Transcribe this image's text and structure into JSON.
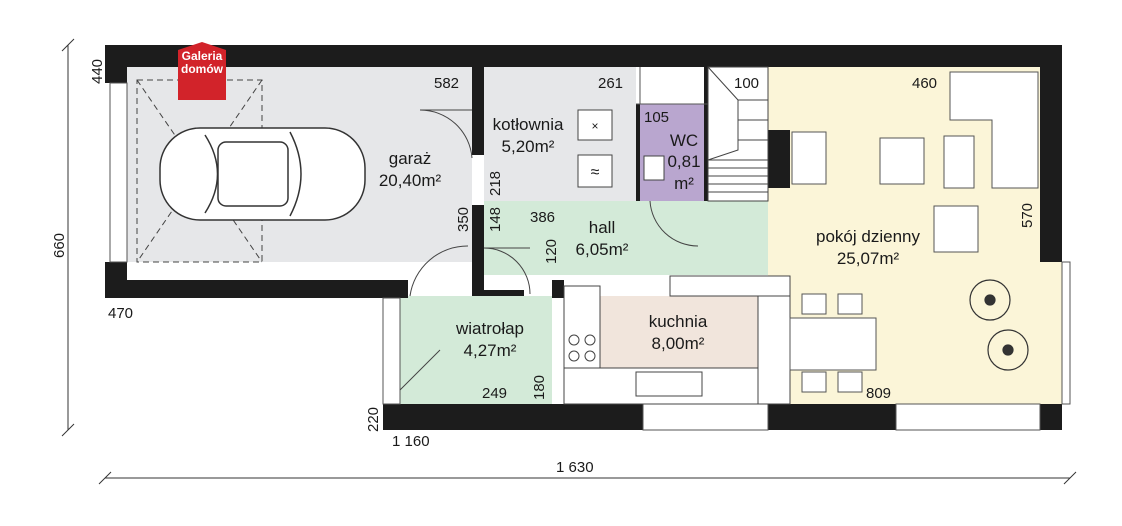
{
  "logo": {
    "line1": "Galeria",
    "line2": "domów"
  },
  "rooms": {
    "garage": {
      "name": "garaż",
      "area": "20,40m²"
    },
    "boiler": {
      "name": "kotłownia",
      "area": "5,20m²"
    },
    "wc": {
      "name": "WC",
      "area_top": "0,81",
      "area_bottom": "m²"
    },
    "hall": {
      "name": "hall",
      "area": "6,05m²"
    },
    "vestibule": {
      "name": "wiatrołap",
      "area": "4,27m²"
    },
    "kitchen": {
      "name": "kuchnia",
      "area": "8,00m²"
    },
    "living": {
      "name": "pokój dzienny",
      "area": "25,07m²"
    }
  },
  "dimensions": {
    "d440": "440",
    "d660": "660",
    "d470": "470",
    "d220": "220",
    "d1160": "1 160",
    "d1630": "1 630",
    "d582": "582",
    "d261": "261",
    "d105": "105",
    "d100": "100",
    "d460": "460",
    "d218": "218",
    "d350": "350",
    "d148": "148",
    "d386": "386",
    "d120": "120",
    "d570": "570",
    "d249": "249",
    "d180": "180",
    "d809": "809"
  },
  "colors": {
    "wall": "#1c1c1c",
    "garage": "#e6e7e9",
    "boiler": "#e6e7e9",
    "wc": "#b9a6cf",
    "hall": "#d3ead8",
    "vestibule": "#d3ead8",
    "kitchen": "#f1e5dc",
    "living": "#fbf5d8",
    "logo": "#d2232a"
  }
}
